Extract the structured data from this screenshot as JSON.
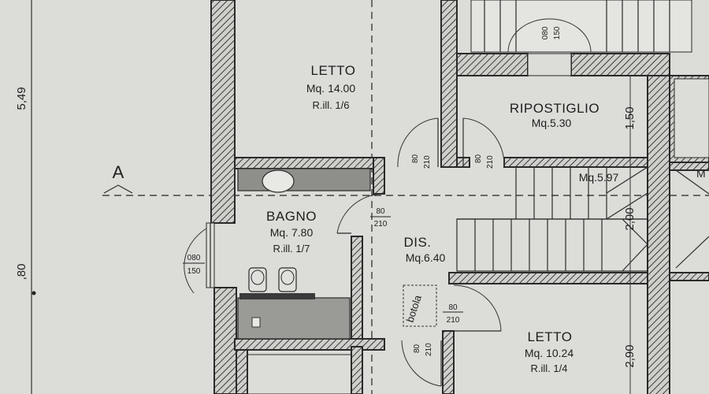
{
  "rooms": {
    "letto_top": {
      "name": "LETTO",
      "area": "Mq. 14.00",
      "ill": "R.ill. 1/6"
    },
    "ripostiglio": {
      "name": "RIPOSTIGLIO",
      "area": "Mq.5.30"
    },
    "bagno": {
      "name": "BAGNO",
      "area": "Mq. 7.80",
      "ill": "R.ill. 1/7"
    },
    "dis": {
      "name": "DIS.",
      "area": "Mq.6.40"
    },
    "stair": {
      "area": "Mq.5.97"
    },
    "letto_bottom": {
      "name": "LETTO",
      "area": "Mq. 10.24",
      "ill": "R.ill. 1/4"
    },
    "right_partial": {
      "area": "M"
    }
  },
  "dimensions": {
    "left_top": "5,49",
    "left_bottom": ",80",
    "rip_height": "1,50",
    "stair_height": "2,00",
    "letto_height": "2,90"
  },
  "section_marker": "A",
  "hatch_label": "botola",
  "openings": {
    "top_window": {
      "w": "080",
      "h": "150"
    },
    "bagno_window": {
      "w": "080",
      "h": "150"
    },
    "door_rip_left": {
      "w": "80",
      "h": "210"
    },
    "door_rip_right": {
      "w": "80",
      "h": "210"
    },
    "door_bagno": {
      "w": "80",
      "h": "210"
    },
    "door_letto": {
      "w": "80",
      "h": "210"
    },
    "door_bottom": {
      "w": "80",
      "h": "210"
    }
  }
}
